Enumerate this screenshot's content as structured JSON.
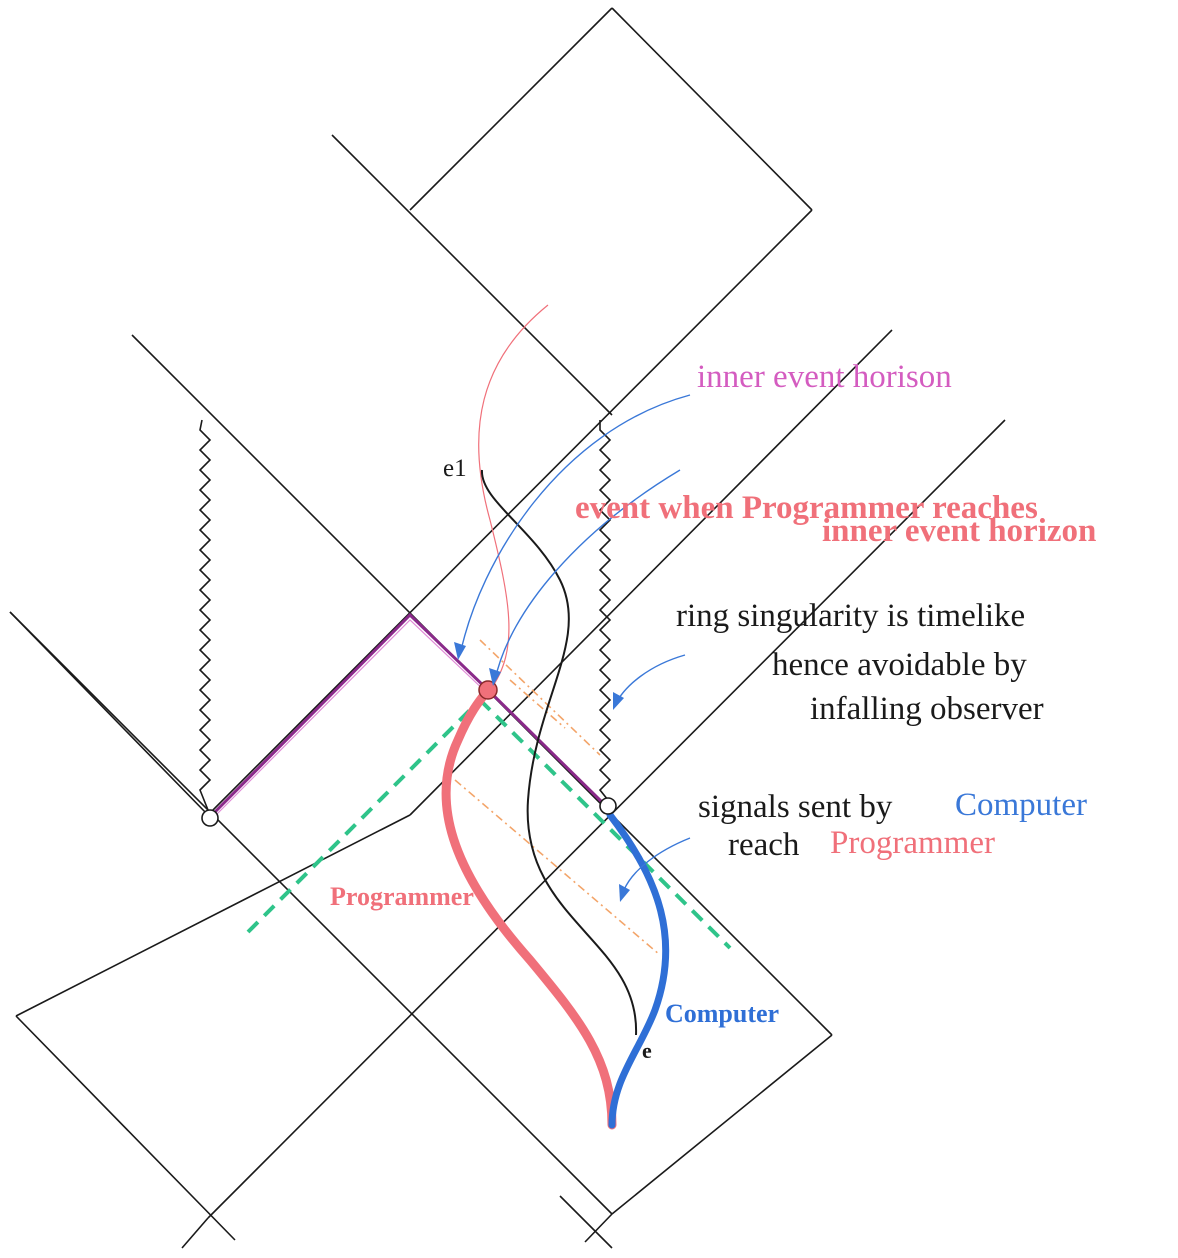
{
  "labels": {
    "inner_horizon": "inner event horison",
    "event_line1": "event when Programmer reaches",
    "event_line2": "inner event horizon",
    "ring_line1": "ring singularity is timelike",
    "ring_line2": "hence avoidable by",
    "ring_line3": "infalling observer",
    "signals_prefix": "signals sent by",
    "signals_computer": "Computer",
    "signals_reach": "reach",
    "signals_programmer": "Programmer",
    "programmer": "Programmer",
    "computer": "Computer",
    "e1": "e1",
    "e": "e"
  },
  "colors": {
    "line": "#1a1a1a",
    "programmer": "#f0707a",
    "computer": "#2f6fd6",
    "inner_horizon": "#d45cc0",
    "horizon_purple": "#8a2a8a",
    "signal_dash": "#2fc48a",
    "signal_orange": "#f3a56a",
    "arrow_blue": "#3a78d8"
  }
}
